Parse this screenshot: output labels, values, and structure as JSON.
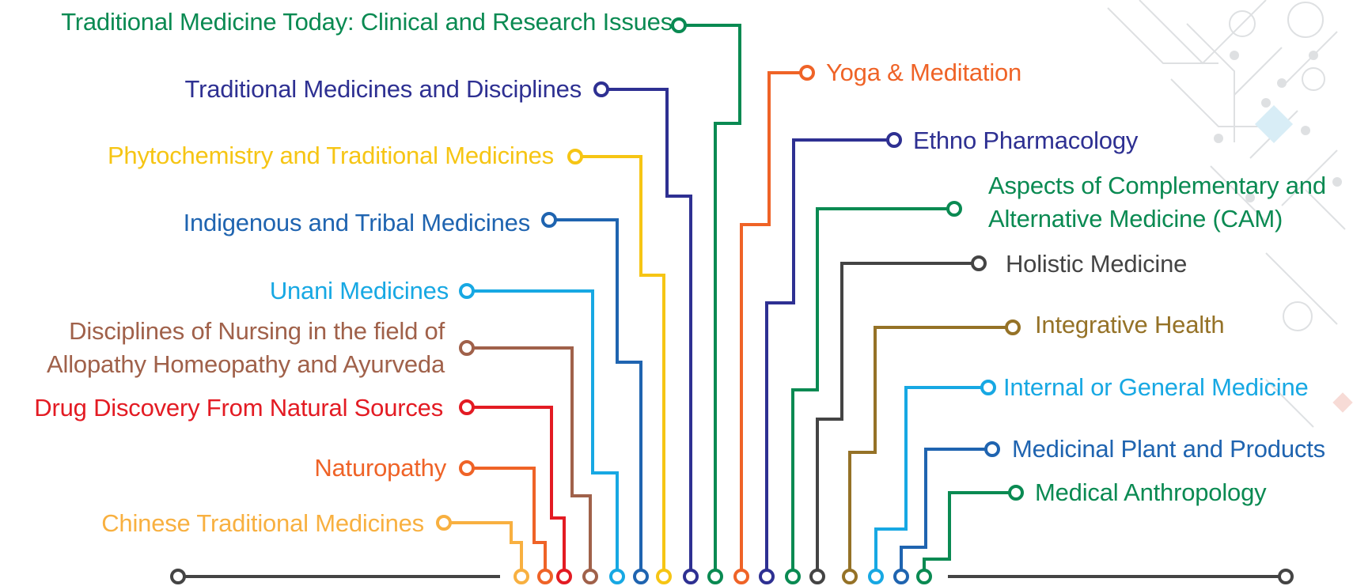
{
  "colors": {
    "green": "#0a8a52",
    "navy": "#2e3092",
    "yellow": "#f6c514",
    "blue": "#1f64b0",
    "cyan": "#17a8e3",
    "brown": "#a0614a",
    "red": "#e31b23",
    "orange": "#ef6327",
    "amber": "#f8b040",
    "gray": "#444444",
    "olive": "#957227",
    "decor": "#d6d9dc",
    "decor_accent": "#cfe9f5"
  },
  "topics_left": [
    {
      "label": "Traditional Medicine Today: Clinical and Research Issues",
      "color": "green",
      "icon": "open-circle-node"
    },
    {
      "label": "Traditional Medicines and Disciplines",
      "color": "navy",
      "icon": "open-circle-node"
    },
    {
      "label": "Phytochemistry and Traditional Medicines",
      "color": "yellow",
      "icon": "open-circle-node"
    },
    {
      "label": "Indigenous and Tribal Medicines",
      "color": "blue",
      "icon": "open-circle-node"
    },
    {
      "label": "Unani Medicines",
      "color": "cyan",
      "icon": "open-circle-node"
    },
    {
      "label": "Disciplines of Nursing in the field of\nAllopathy Homeopathy and Ayurveda",
      "color": "brown",
      "icon": "open-circle-node"
    },
    {
      "label": "Drug Discovery From Natural Sources",
      "color": "red",
      "icon": "open-circle-node"
    },
    {
      "label": "Naturopathy",
      "color": "orange",
      "icon": "open-circle-node"
    },
    {
      "label": "Chinese Traditional Medicines",
      "color": "amber",
      "icon": "open-circle-node"
    }
  ],
  "topics_right": [
    {
      "label": "Yoga & Meditation",
      "color": "orange",
      "icon": "open-circle-node"
    },
    {
      "label": "Ethno Pharmacology",
      "color": "navy",
      "icon": "open-circle-node"
    },
    {
      "label": "Aspects of Complementary and\nAlternative Medicine (CAM)",
      "color": "green",
      "icon": "open-circle-node"
    },
    {
      "label": "Holistic Medicine",
      "color": "gray",
      "icon": "open-circle-node"
    },
    {
      "label": "Integrative Health",
      "color": "olive",
      "icon": "open-circle-node"
    },
    {
      "label": "Internal or General Medicine",
      "color": "cyan",
      "icon": "open-circle-node"
    },
    {
      "label": "Medicinal Plant and Products",
      "color": "blue",
      "icon": "open-circle-node"
    },
    {
      "label": "Medical Anthropology",
      "color": "green",
      "icon": "open-circle-node"
    }
  ],
  "baseline": {
    "color": "gray",
    "icon": "open-circle-node"
  }
}
